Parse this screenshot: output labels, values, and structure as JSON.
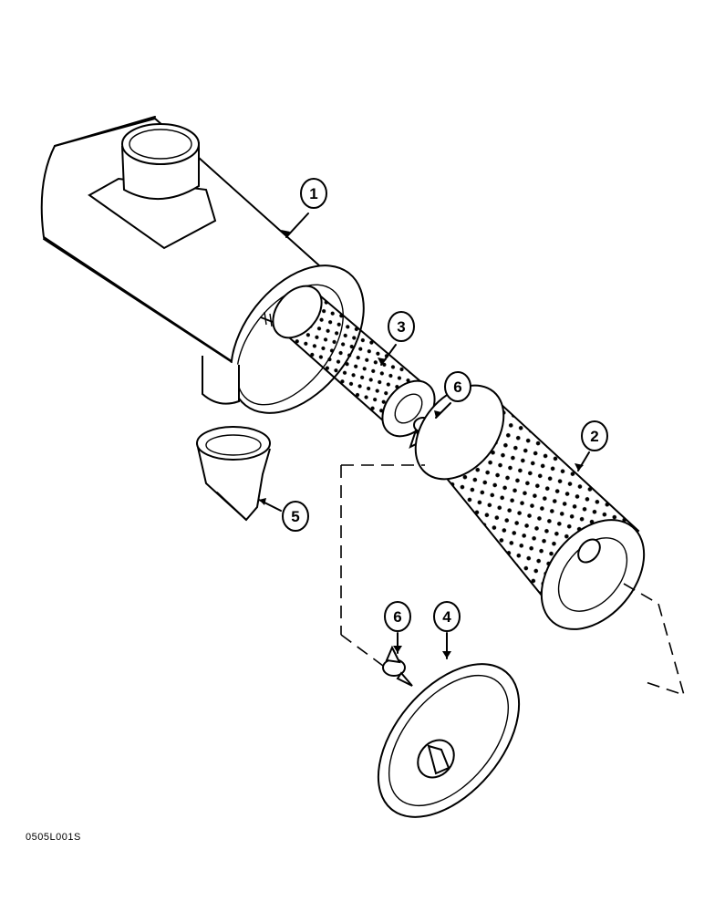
{
  "callouts": [
    {
      "id": "c1",
      "label": "1"
    },
    {
      "id": "c2",
      "label": "2"
    },
    {
      "id": "c3",
      "label": "3"
    },
    {
      "id": "c4",
      "label": "4"
    },
    {
      "id": "c5",
      "label": "5"
    },
    {
      "id": "c6a",
      "label": "6"
    },
    {
      "id": "c6b",
      "label": "6"
    }
  ],
  "figure_code": "0505L001S"
}
